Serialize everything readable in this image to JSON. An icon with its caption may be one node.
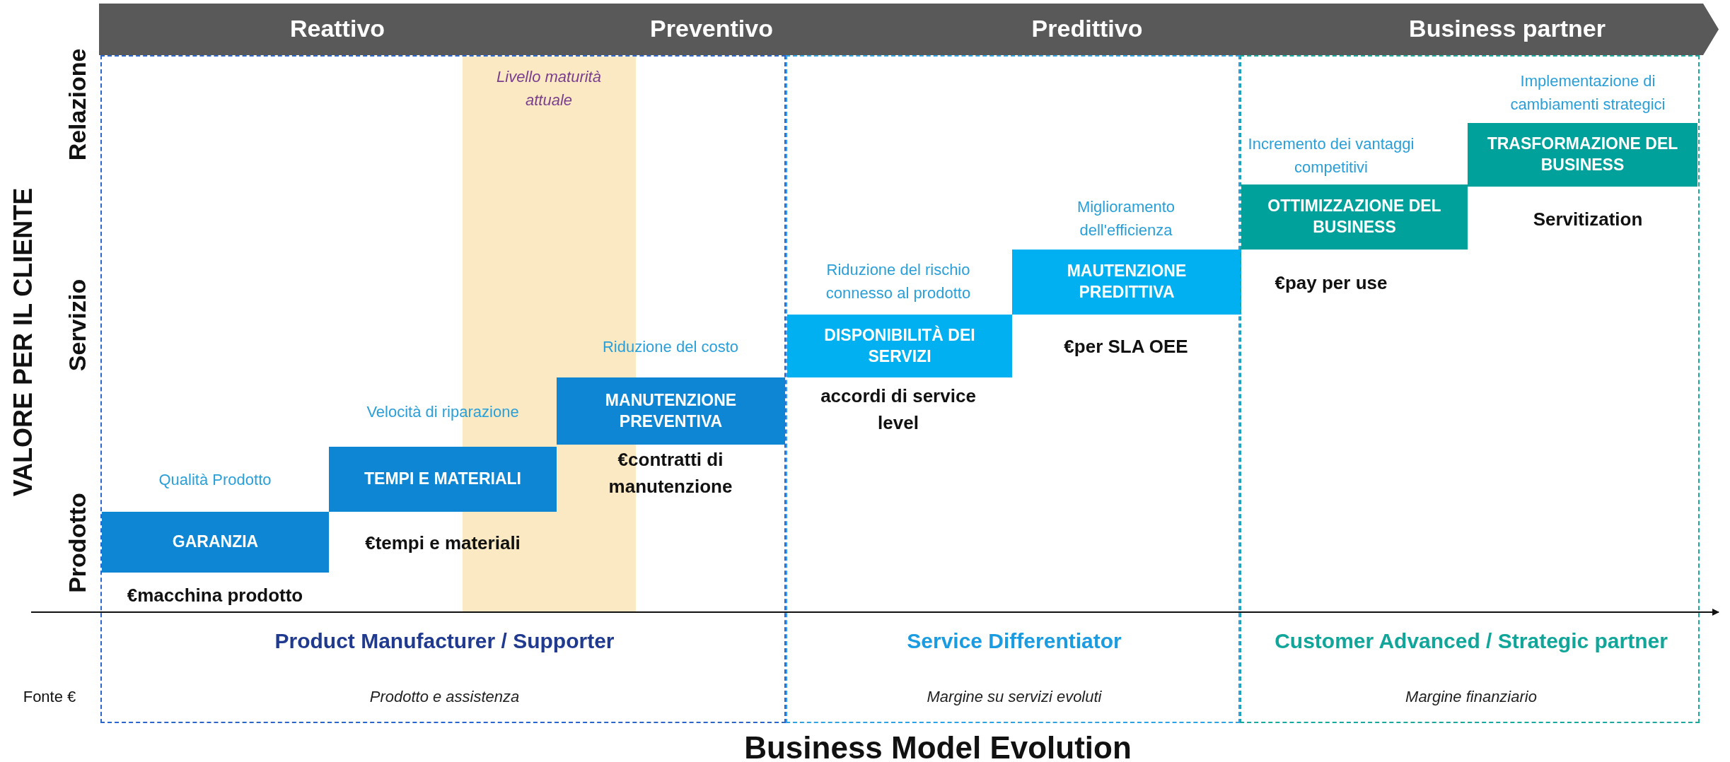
{
  "diagram": {
    "nodes": [
      {
        "text": [
          "Reattivo",
          "Preventivo",
          "Predittivo",
          "Business partner"
        ]
      },
      {
        "text": [
          "Product Manufacturer / Supporter",
          "Prodotto e assistenza"
        ]
      },
      {
        "text": [
          "Service Differentiator",
          "Margine su servizi evoluti"
        ]
      },
      {
        "text": [
          "Customer Advanced / Strategic partner",
          "Margine finanziario"
        ]
      },
      {
        "text": [
          "GARANZIA"
        ],
        "in": 1,
        "beside": [
          "Qualità Prodotto",
          "€macchina prodotto"
        ]
      },
      {
        "text": [
          "TEMPI E MATERIALI"
        ],
        "in": 1,
        "beside": [
          "Velocità di riparazione",
          "€tempi e materiali"
        ]
      },
      {
        "text": [
          "MANUTENZIONE PREVENTIVA"
        ],
        "in": 1,
        "beside": [
          "Riduzione del costo",
          "€contratti di manutenzione"
        ]
      },
      {
        "text": [
          "DISPONIBILITÀ DEI SERVIZI"
        ],
        "in": 2,
        "beside": [
          "Riduzione del rischio connesso al prodotto",
          "accordi di service level"
        ]
      },
      {
        "text": [
          "MAUTENZIONE PREDITTIVA"
        ],
        "in": 2,
        "beside": [
          "Miglioramento dell'efficienza",
          "€per SLA OEE"
        ]
      },
      {
        "text": [
          "OTTIMIZZAZIONE DEL BUSINESS"
        ],
        "in": 3,
        "beside": [
          "Incremento dei vantaggi competitivi",
          "€pay per use"
        ]
      },
      {
        "text": [
          "TRASFORMAZIONE DEL BUSINESS"
        ],
        "in": 3,
        "beside": [
          "Implementazione di cambiamenti strategici",
          "Servitization"
        ]
      }
    ],
    "edges": [],
    "labels": [
      "Livello maturità attuale",
      "Relazione",
      "Servizio",
      "Prodotto",
      "VALORE PER IL CLIENTE",
      "Fonte €",
      "Business Model Evolution"
    ]
  }
}
